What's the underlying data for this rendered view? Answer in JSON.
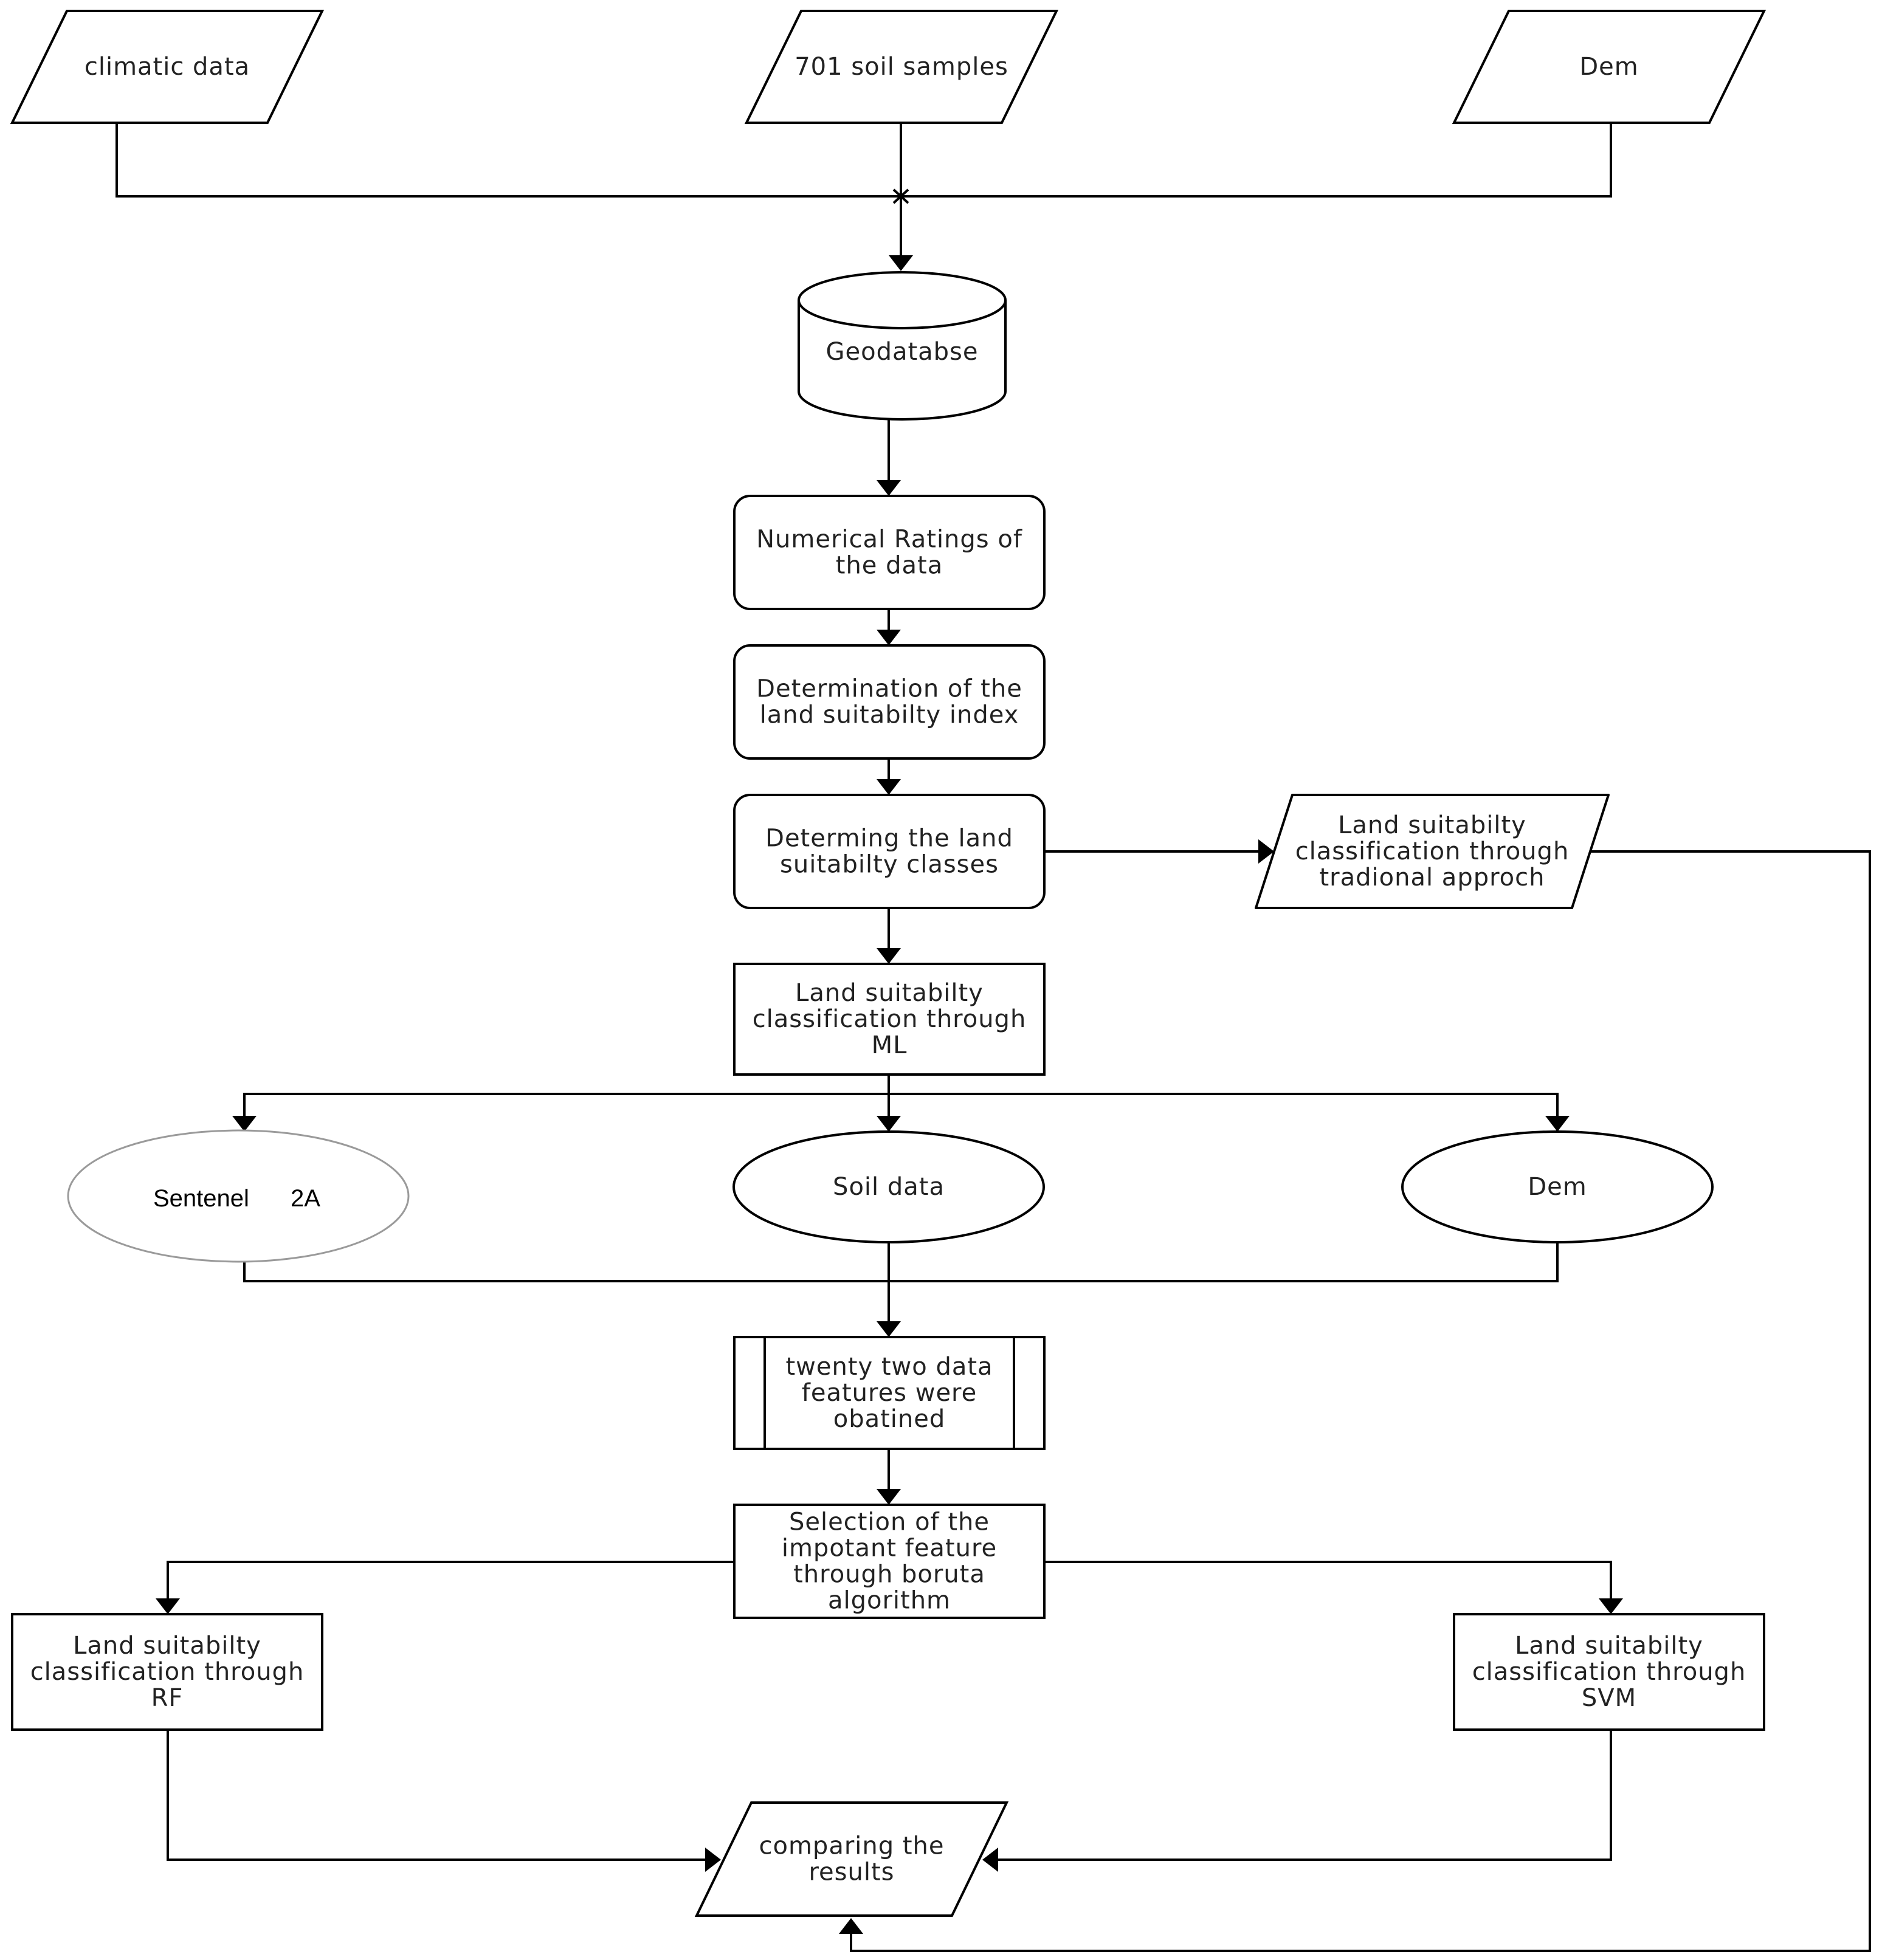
{
  "nodes": {
    "climatic_data": "climatic data",
    "soil_samples": "701 soil samples",
    "dem_top": "Dem",
    "geodatabase": "Geodatabse",
    "numerical_ratings": [
      "Numerical Ratings of",
      "the data"
    ],
    "suitability_index": [
      "Determination of the",
      "land suitabilty index"
    ],
    "suitability_classes": [
      "Determing the land",
      "suitabilty classes"
    ],
    "traditional": [
      "Land suitabilty",
      "classification through",
      "tradional approch"
    ],
    "ml_classification": [
      "Land suitabilty",
      "classification through",
      "ML"
    ],
    "sentinel": [
      "Sentenel",
      "2A"
    ],
    "soil_data": "Soil data",
    "dem_mid": "Dem",
    "features": [
      "twenty two data",
      "features were",
      "obatined"
    ],
    "boruta": [
      "Selection of the",
      "impotant feature",
      "through boruta",
      "algorithm"
    ],
    "rf": [
      "Land suitabilty",
      "classification through",
      "RF"
    ],
    "svm": [
      "Land suitabilty",
      "classification through",
      "SVM"
    ],
    "compare": [
      "comparing the",
      "results"
    ]
  },
  "colors": {
    "stroke": "#000000",
    "text": "#222222",
    "fill": "#ffffff",
    "faint_stroke": "#9a9a9a"
  }
}
